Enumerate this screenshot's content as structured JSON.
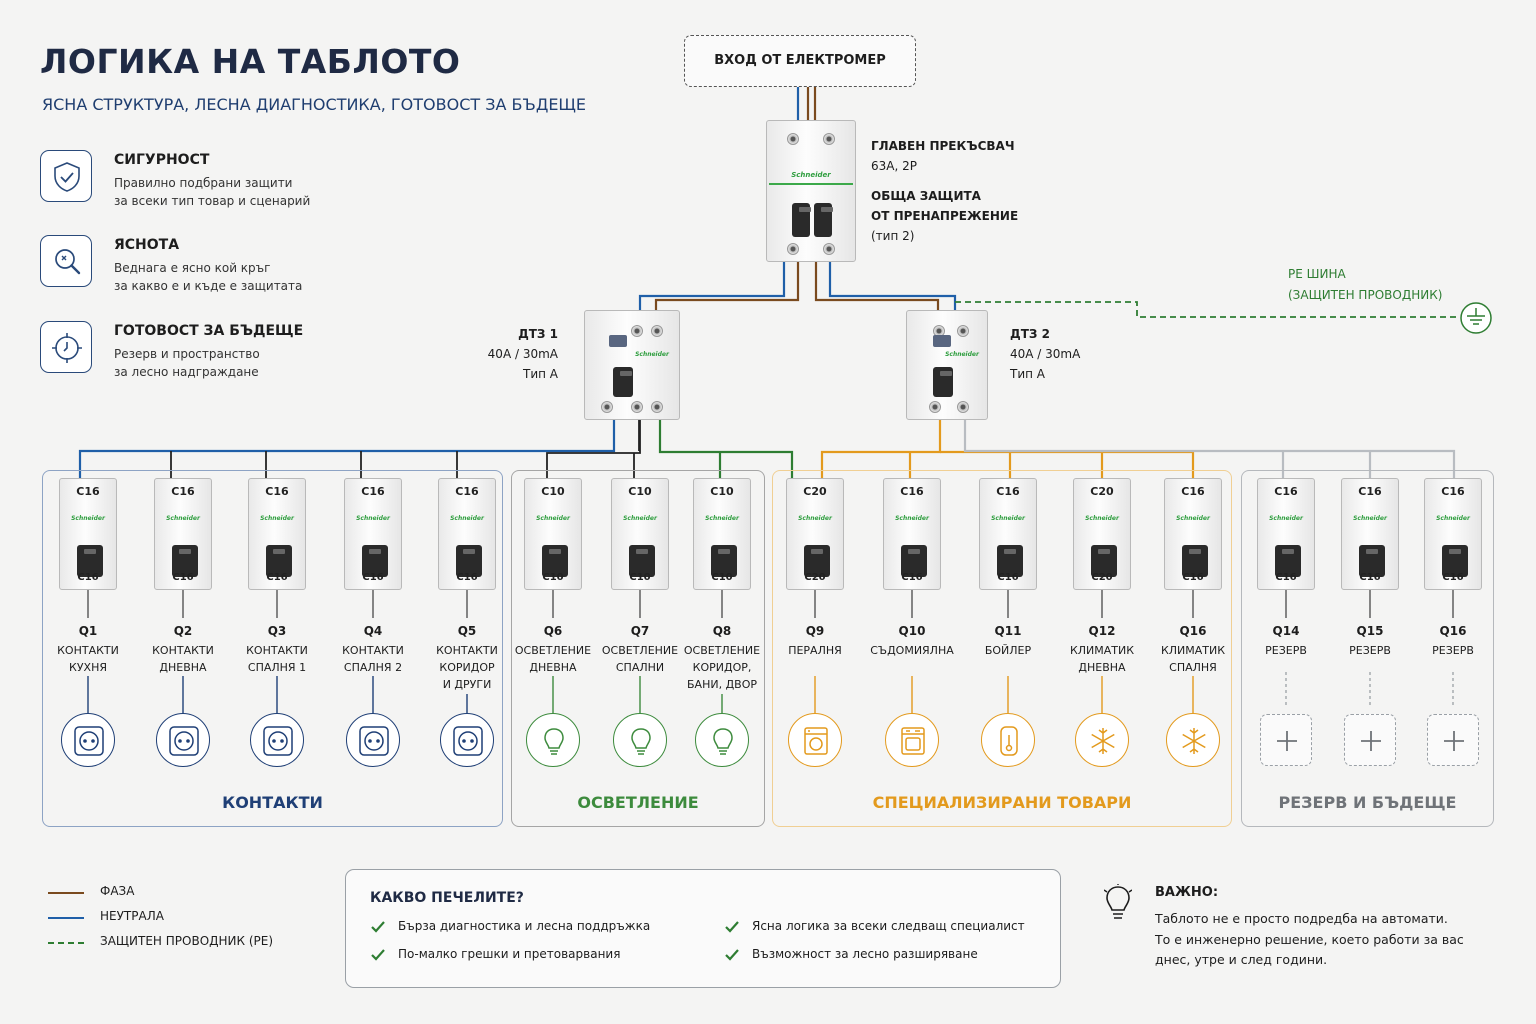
{
  "header": {
    "title": "ЛОГИКА НА ТАБЛОТО",
    "subtitle": "ЯСНА СТРУКТУРА, ЛЕСНА ДИАГНОСТИКА, ГОТОВОСТ ЗА БЪДЕЩЕ"
  },
  "features": [
    {
      "title": "СИГУРНОСТ",
      "text": "Правилно подбрани защити\nза всеки тип товар и сценарий",
      "icon": "shield-check-icon"
    },
    {
      "title": "ЯСНОТА",
      "text": "Веднага е ясно кой кръг\nза какво е и къде е защитата",
      "icon": "magnifier-icon"
    },
    {
      "title": "ГОТОВОСТ ЗА БЪДЕЩЕ",
      "text": "Резерв и пространство\nза лесно надграждане",
      "icon": "clock-target-icon"
    }
  ],
  "input": {
    "label": "ВХОД ОТ ЕЛЕКТРОМЕР"
  },
  "main_switch": {
    "title": "ГЛАВЕН ПРЕКЪСВАЧ",
    "rating": "63A, 2P",
    "spd_line1": "ОБЩА ЗАЩИТА",
    "spd_line2": "ОТ ПРЕНАПРЕЖЕНИЕ",
    "spd_line3": "(тип 2)"
  },
  "pe_bus": {
    "label": "PE ШИНА\n(ЗАЩИТЕН ПРОВОДНИК)"
  },
  "rcds": [
    {
      "title": "ДТЗ 1",
      "rating": "40A / 30mA",
      "type": "Тип А"
    },
    {
      "title": "ДТЗ 2",
      "rating": "40A / 30mA",
      "type": "Тип А"
    }
  ],
  "circuits": [
    {
      "id": "Q1",
      "label": "КОНТАКТИ\nКУХНЯ",
      "rating": "C16",
      "group": "sockets",
      "device": "socket-icon"
    },
    {
      "id": "Q2",
      "label": "КОНТАКТИ\nДНЕВНА",
      "rating": "C16",
      "group": "sockets",
      "device": "socket-icon"
    },
    {
      "id": "Q3",
      "label": "КОНТАКТИ\nСПАЛНЯ 1",
      "rating": "C16",
      "group": "sockets",
      "device": "socket-icon"
    },
    {
      "id": "Q4",
      "label": "КОНТАКТИ\nСПАЛНЯ 2",
      "rating": "C16",
      "group": "sockets",
      "device": "socket-icon"
    },
    {
      "id": "Q5",
      "label": "КОНТАКТИ\nКОРИДОР\nИ ДРУГИ",
      "rating": "C16",
      "group": "sockets",
      "device": "socket-icon"
    },
    {
      "id": "Q6",
      "label": "ОСВЕТЛЕНИЕ\nДНЕВНА",
      "rating": "C10",
      "group": "lighting",
      "device": "bulb-icon"
    },
    {
      "id": "Q7",
      "label": "ОСВЕТЛЕНИЕ\nСПАЛНИ",
      "rating": "C10",
      "group": "lighting",
      "device": "bulb-icon"
    },
    {
      "id": "Q8",
      "label": "ОСВЕТЛЕНИЕ\nКОРИДОР,\nБАНИ, ДВОР",
      "rating": "C10",
      "group": "lighting",
      "device": "bulb-icon"
    },
    {
      "id": "Q9",
      "label": "ПЕРАЛНЯ",
      "rating": "C20",
      "group": "special",
      "device": "washer-icon"
    },
    {
      "id": "Q10",
      "label": "СЪДОМИЯЛНА",
      "rating": "C16",
      "group": "special",
      "device": "dishwasher-icon"
    },
    {
      "id": "Q11",
      "label": "БОЙЛЕР",
      "rating": "C16",
      "group": "special",
      "device": "boiler-icon"
    },
    {
      "id": "Q12",
      "label": "КЛИМАТИК\nДНЕВНА",
      "rating": "C20",
      "group": "special",
      "device": "snowflake-icon"
    },
    {
      "id": "Q16",
      "label": "КЛИМАТИК\nСПАЛНЯ",
      "rating": "C16",
      "group": "special",
      "device": "snowflake-icon"
    },
    {
      "id": "Q14",
      "label": "РЕЗЕРВ",
      "rating": "C16",
      "group": "reserve",
      "device": "plus-icon"
    },
    {
      "id": "Q15",
      "label": "РЕЗЕРВ",
      "rating": "C16",
      "group": "reserve",
      "device": "plus-icon"
    },
    {
      "id": "Q16",
      "label": "РЕЗЕРВ",
      "rating": "C16",
      "group": "reserve",
      "device": "plus-icon"
    }
  ],
  "groups": {
    "sockets": {
      "title": "КОНТАКТИ",
      "color": "#1f3f76"
    },
    "lighting": {
      "title": "ОСВЕТЛЕНИЕ",
      "color": "#3d8b3d"
    },
    "special": {
      "title": "СПЕЦИАЛИЗИРАНИ ТОВАРИ",
      "color": "#e39a1d"
    },
    "reserve": {
      "title": "РЕЗЕРВ И БЪДЕЩЕ",
      "color": "#6f7378"
    }
  },
  "brand": "Schneider",
  "colors": {
    "phase": "#7a4a1e",
    "neutral": "#1f5fa8",
    "pe": "#2e7d32"
  },
  "legend": [
    {
      "label": "ФАЗА",
      "color": "#7a4a1e",
      "style": "solid"
    },
    {
      "label": "НЕУТРАЛА",
      "color": "#1f5fa8",
      "style": "solid"
    },
    {
      "label": "ЗАЩИТЕН ПРОВОДНИК (PE)",
      "color": "#2e7d32",
      "style": "dashed"
    }
  ],
  "benefits": {
    "title": "КАКВО ПЕЧЕЛИТЕ?",
    "items": [
      "Бърза диагностика и лесна поддръжка",
      "По-малко грешки и претоварвания",
      "Ясна логика за всеки следващ специалист",
      "Възможност за лесно разширяване"
    ]
  },
  "note": {
    "title": "ВАЖНО:",
    "text": "Таблото не е просто подредба на автомати.\nТо е инженерно решение, което работи за вас\nднес, утре и след години."
  }
}
